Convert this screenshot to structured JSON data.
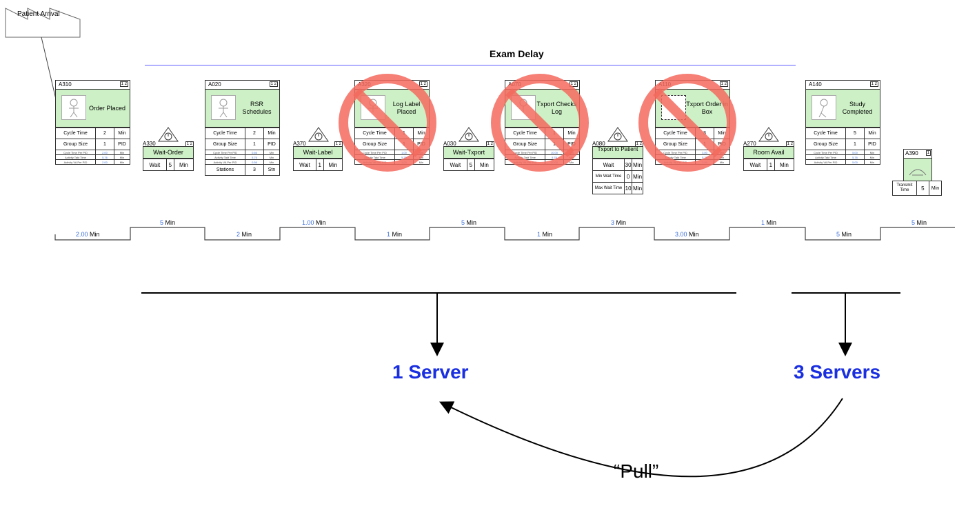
{
  "patient_arrival": {
    "label": "Patient Arrival"
  },
  "exam_delay": {
    "title": "Exam Delay"
  },
  "colors": {
    "green": "#cdf0c6",
    "blue_text": "#1a2fe0",
    "ban_red": "#f46a5e",
    "link_blue": "#3a6ed8"
  },
  "processes": [
    {
      "id": "A310",
      "name": "Order Placed",
      "icon": "person-icon",
      "shifts": "1 2",
      "rows": [
        [
          "Cycle Time",
          "2",
          "Min"
        ],
        [
          "Group Size",
          "1",
          "PID"
        ]
      ],
      "small_rows": [
        [
          "Cycle Time Per PID",
          "2.00",
          "Min"
        ],
        [
          "Activity Takt Time",
          "5.76",
          "Min"
        ],
        [
          "Activity VA Per PID",
          "2.00",
          "Min"
        ]
      ]
    },
    {
      "id": "A020",
      "name": "RSR Schedules",
      "icon": "person-icon",
      "shifts": "1 2",
      "rows": [
        [
          "Cycle Time",
          "2",
          "Min"
        ],
        [
          "Group Size",
          "1",
          "PID"
        ]
      ],
      "small_rows": [
        [
          "Cycle Time Per PID",
          "0.66",
          "Min"
        ],
        [
          "Activity Takt Time",
          "5.76",
          "Min"
        ],
        [
          "Activity VA Per PID",
          "0.56",
          "Min"
        ]
      ],
      "extra_row": [
        "Stations",
        "3",
        "Stn"
      ]
    },
    {
      "id": "A320",
      "name": "Log Label Placed",
      "icon": "person-icon",
      "shifts": "1 2",
      "rows": [
        [
          "Cycle Time",
          "1",
          "Min"
        ],
        [
          "Group Size",
          "1",
          "PID"
        ]
      ],
      "small_rows": [
        [
          "Cycle Time Per PID",
          "1.00",
          "Min"
        ],
        [
          "Activity Takt Time",
          "5.76",
          "Min"
        ],
        [
          "Activity VA Per PID",
          "1.00",
          "Min"
        ]
      ]
    },
    {
      "id": "A070",
      "name": "Txport Checks Log",
      "icon": "person-icon",
      "shifts": "1 2",
      "rows": [
        [
          "Cycle Time",
          "1",
          "Min"
        ],
        [
          "Group Size",
          "1",
          "PID"
        ]
      ],
      "small_rows": [
        [
          "Cycle Time Per PID",
          "10.00",
          "Min"
        ],
        [
          "Activity Takt Time",
          "5.76",
          "Min"
        ],
        [
          "Activity VA Per PID",
          "10.00",
          "Min"
        ]
      ]
    },
    {
      "id": "A110",
      "name": "Txport Order in Box",
      "icon": "box-icon",
      "shifts": "1 2",
      "rows": [
        [
          "Cycle Time",
          "3",
          "Min"
        ],
        [
          "Group Size",
          "1",
          "PID"
        ]
      ],
      "small_rows": [
        [
          "Cycle Time Per PID",
          "3.00",
          "Min"
        ],
        [
          "Activity Takt Time",
          "5.76",
          "Min"
        ],
        [
          "Activity VA Per PID",
          "3.00",
          "Min"
        ]
      ]
    },
    {
      "id": "A140",
      "name": "Study Completed",
      "icon": "person-icon",
      "shifts": "1 2",
      "rows": [
        [
          "Cycle Time",
          "5",
          "Min"
        ],
        [
          "Group Size",
          "1",
          "PID"
        ]
      ],
      "small_rows": [
        [
          "Cycle Time Per PID",
          "5.00",
          "Min"
        ],
        [
          "Activity Takt Time",
          "5.76",
          "Min"
        ],
        [
          "Activity VA Per PID",
          "5.00",
          "Min"
        ]
      ]
    }
  ],
  "waits": [
    {
      "id": "A330",
      "name": "Wait-Order",
      "label": "Wait",
      "value": "5",
      "unit": "Min",
      "shifts": "1 2"
    },
    {
      "id": "A370",
      "name": "Wait-Label",
      "label": "Wait",
      "value": "1",
      "unit": "Min",
      "shifts": "1 2"
    },
    {
      "id": "A030",
      "name": "Wait-Txport",
      "label": "Wait",
      "value": "5",
      "unit": "Min",
      "shifts": "1 2"
    },
    {
      "id": "A080",
      "name": "Txport to Patient",
      "label": "Wait",
      "value": "30",
      "unit": "Min",
      "shifts": "1 2",
      "extra": [
        [
          "Min Wait Time",
          "0",
          "Min"
        ],
        [
          "Max Wait Time",
          "10",
          "Min"
        ]
      ]
    },
    {
      "id": "A270",
      "name": "Room Avail",
      "label": "Wait",
      "value": "1",
      "unit": "Min",
      "shifts": "1 2"
    }
  ],
  "transmit": {
    "id": "A390",
    "shift": "1",
    "label": "Transmit Time",
    "value": "5",
    "unit": "Min"
  },
  "timeline": {
    "low": [
      {
        "v": "2.00",
        "u": "Min"
      },
      {
        "v": "2",
        "u": "Min"
      },
      {
        "v": "1",
        "u": "Min"
      },
      {
        "v": "1",
        "u": "Min"
      },
      {
        "v": "3.00",
        "u": "Min"
      },
      {
        "v": "5",
        "u": "Min"
      }
    ],
    "high": [
      {
        "v": "5",
        "u": "Min"
      },
      {
        "v": "1.00",
        "u": "Min"
      },
      {
        "v": "5",
        "u": "Min"
      },
      {
        "v": "3",
        "u": "Min"
      },
      {
        "v": "1",
        "u": "Min"
      },
      {
        "v": "5",
        "u": "Min"
      }
    ]
  },
  "servers": {
    "left": "1 Server",
    "right": "3 Servers"
  },
  "pull": "“Pull”"
}
